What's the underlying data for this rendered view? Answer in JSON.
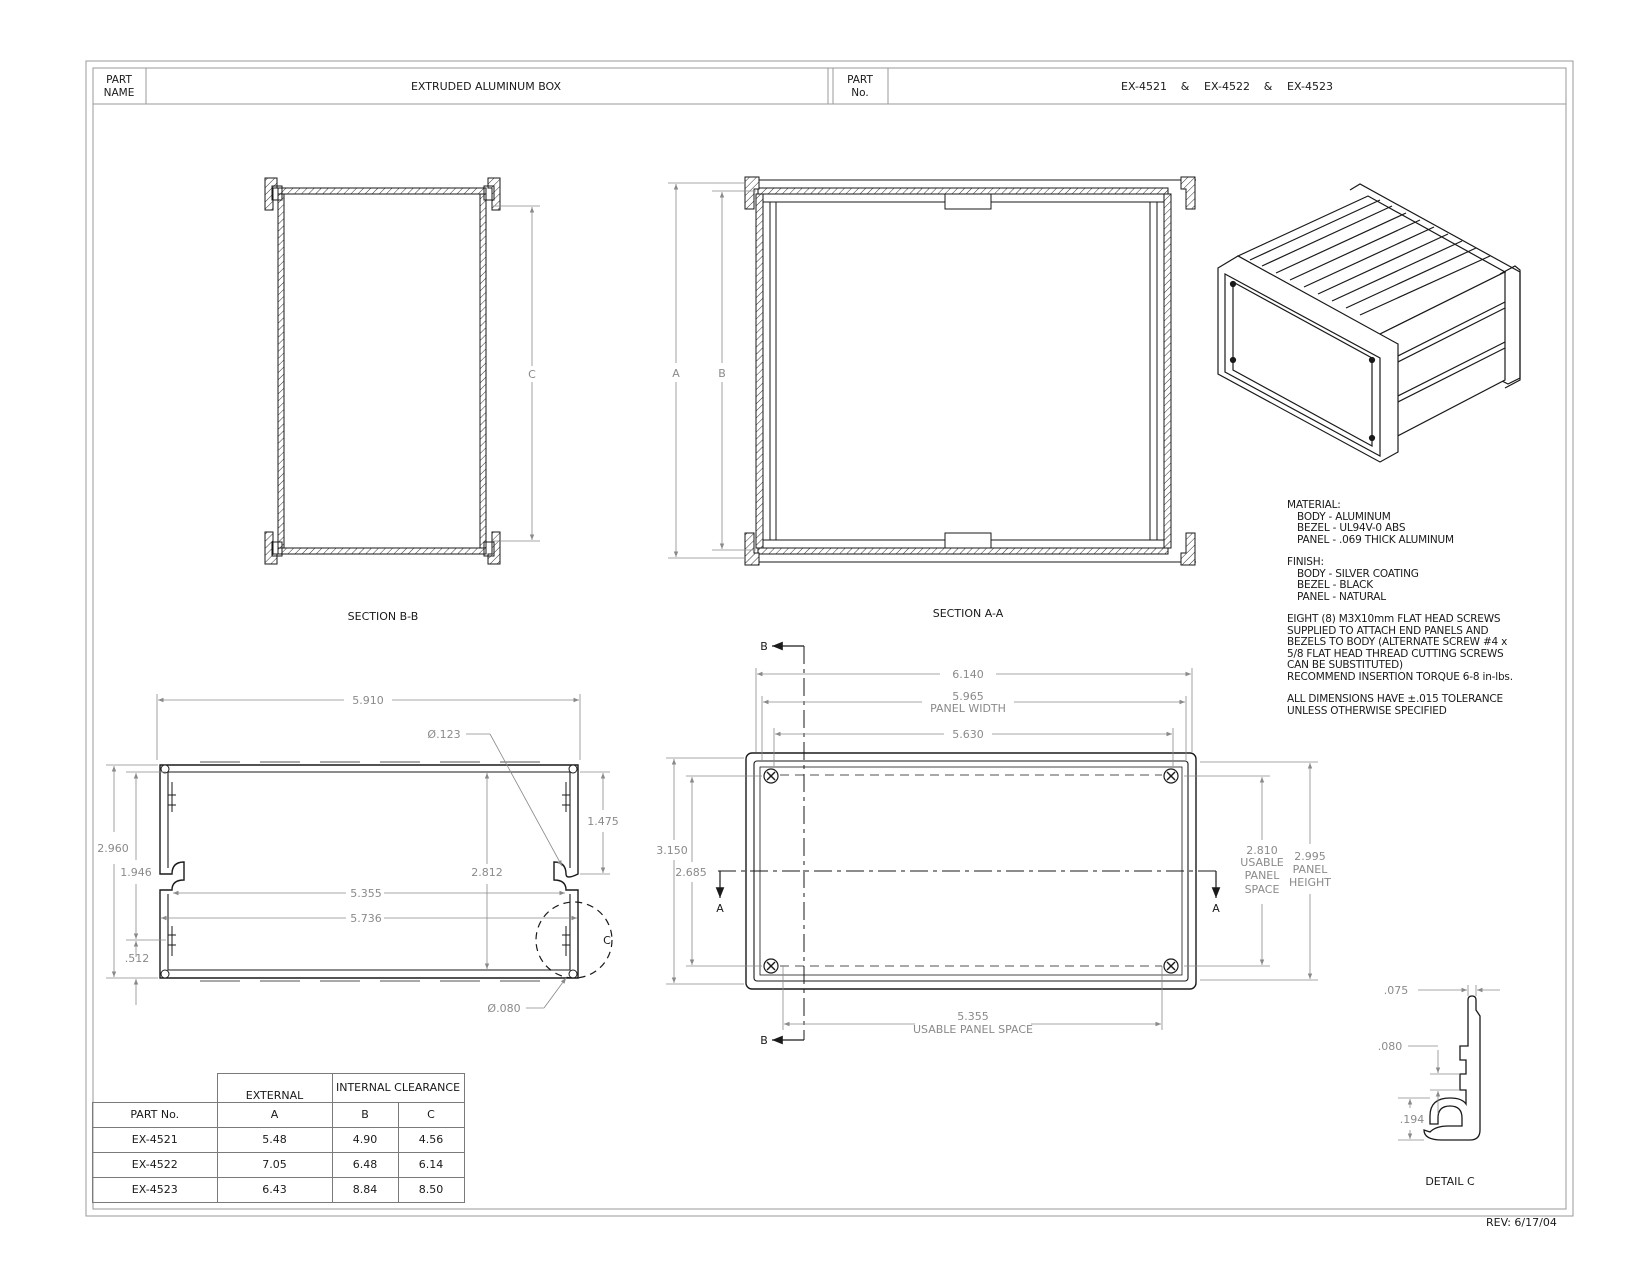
{
  "title_block": {
    "part_name_label_1": "PART",
    "part_name_label_2": "NAME",
    "part_name": "EXTRUDED ALUMINUM BOX",
    "part_no_label_1": "PART",
    "part_no_label_2": "No.",
    "part_no_1": "EX-4521",
    "amp_1": "&",
    "part_no_2": "EX-4522",
    "amp_2": "&",
    "part_no_3": "EX-4523"
  },
  "views": {
    "section_bb": "SECTION B-B",
    "section_aa": "SECTION A-A",
    "detail_c": "DETAIL C",
    "label_a": "A",
    "label_b": "B",
    "label_c": "C"
  },
  "end_view": {
    "width_5910": "5.910",
    "hole_123": "Ø.123",
    "hole_080": "Ø.080",
    "height_2960": "2.960",
    "height_1946": "1.946",
    "height_2812": "2.812",
    "height_1475": "1.475",
    "height_512": ".512",
    "width_5355": "5.355",
    "width_5736": "5.736",
    "detail_mark": "C"
  },
  "front_view": {
    "width_6140": "6.140",
    "width_5965": "5.965",
    "panel_width": "PANEL WIDTH",
    "width_5630": "5.630",
    "height_3150": "3.150",
    "height_2685": "2.685",
    "height_2810": "2.810",
    "usable_1": "USABLE",
    "usable_2": "PANEL",
    "usable_3": "SPACE",
    "height_2995": "2.995",
    "panel_h_1": "PANEL",
    "panel_h_2": "HEIGHT",
    "width_5355": "5.355",
    "usable_panel_space": "USABLE PANEL SPACE",
    "cut_a_left": "A",
    "cut_a_right": "A",
    "cut_b_top": "B",
    "cut_b_bottom": "B"
  },
  "detail": {
    "dim_075": ".075",
    "dim_080": ".080",
    "dim_194": ".194"
  },
  "notes": {
    "material": "MATERIAL:",
    "body_mat": "BODY - ALUMINUM",
    "bezel_mat": "BEZEL - UL94V-0 ABS",
    "panel_mat": "PANEL - .069 THICK ALUMINUM",
    "finish": "FINISH:",
    "body_fin": "BODY - SILVER COATING",
    "bezel_fin": "BEZEL - BLACK",
    "panel_fin": "PANEL - NATURAL",
    "screws_1": "EIGHT (8) M3X10mm FLAT HEAD SCREWS",
    "screws_2": "SUPPLIED TO ATTACH END PANELS AND",
    "screws_3": "BEZELS TO BODY (ALTERNATE SCREW #4 x",
    "screws_4": "5/8 FLAT HEAD THREAD CUTTING SCREWS",
    "screws_5": "CAN BE SUBSTITUTED)",
    "screws_6": "RECOMMEND INSERTION TORQUE 6-8 in-lbs.",
    "tol_1": "ALL DIMENSIONS HAVE  ±.015 TOLERANCE",
    "tol_2": "UNLESS OTHERWISE SPECIFIED"
  },
  "table": {
    "external": "EXTERNAL",
    "internal": "INTERNAL CLEARANCE",
    "col_part": "PART No.",
    "col_a": "A",
    "col_b": "B",
    "col_c": "C",
    "rows": [
      {
        "part": "EX-4521",
        "a": "5.48",
        "b": "4.90",
        "c": "4.56"
      },
      {
        "part": "EX-4522",
        "a": "7.05",
        "b": "6.48",
        "c": "6.14"
      },
      {
        "part": "EX-4523",
        "a": "6.43",
        "b": "8.84",
        "c": "8.50"
      }
    ]
  },
  "revision": "REV: 6/17/04",
  "colors": {
    "line": "#1a1a1a",
    "dimension": "#8a8a8a",
    "border": "#9a9a9a"
  }
}
